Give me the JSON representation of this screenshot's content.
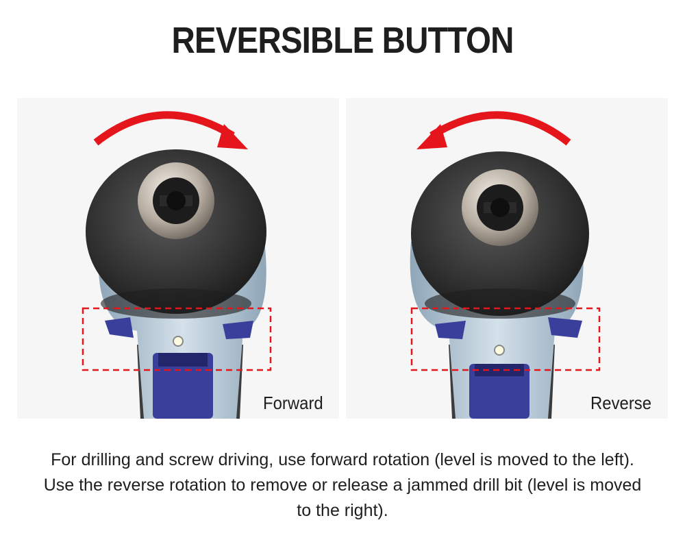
{
  "title": "REVERSIBLE BUTTON",
  "panels": [
    {
      "label": "Forward",
      "rotation": "clockwise"
    },
    {
      "label": "Reverse",
      "rotation": "counterclockwise"
    }
  ],
  "description": "For drilling and screw driving, use forward rotation (level is moved to the left). Use the reverse rotation to remove or release a jammed drill bit (level is moved to the right).",
  "colors": {
    "arrow": "#e4151b",
    "highlight_box": "#e4151b",
    "chuck": "#3b3b3b",
    "body": "#b9cbd8",
    "switch": "#3a3f9c"
  }
}
